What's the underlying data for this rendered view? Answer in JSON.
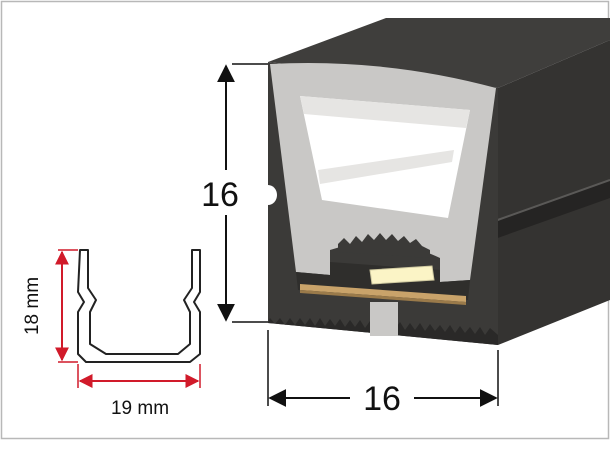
{
  "diagram": {
    "profile_label_height": "16",
    "profile_label_width": "16",
    "clip_label_height": "18 mm",
    "clip_label_width": "19 mm"
  },
  "colors": {
    "profile_body": "#3b3a38",
    "profile_shadow": "#2a2928",
    "diffuser": "#c9c8c6",
    "window": "#ffffff",
    "window_frame": "#e6e5e3",
    "pcb": "#c9a36a",
    "led": "#fbf4c6",
    "red_dim": "#d11a2a",
    "dim_line": "#111111",
    "frame_border": "#b8b8b8"
  }
}
